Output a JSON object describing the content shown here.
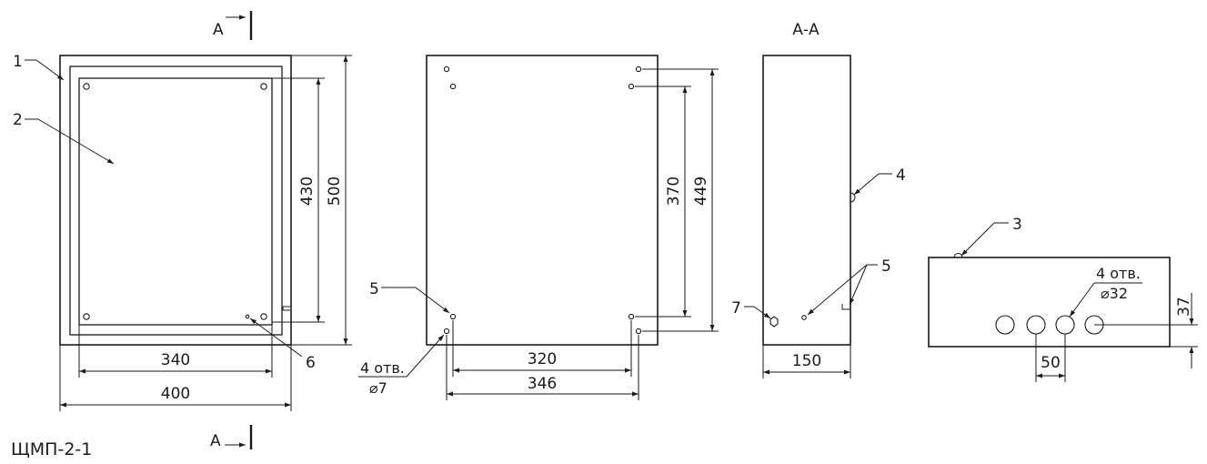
{
  "title": "ЩМП-2-1",
  "section": {
    "letter_top": "А",
    "letter_bottom": "А",
    "view_label": "А-А"
  },
  "front_view": {
    "callouts": [
      "1",
      "2",
      "6"
    ],
    "dimensions": {
      "inner_width": "340",
      "outer_width": "400",
      "inner_height": "430",
      "outer_height": "500"
    }
  },
  "back_view": {
    "callouts": [
      "5"
    ],
    "hole_note": {
      "count": "4 отв.",
      "diameter": "⌀7"
    },
    "dimensions": {
      "inner_width": "320",
      "outer_width": "346",
      "inner_height": "370",
      "outer_height": "449"
    }
  },
  "side_view": {
    "callouts": [
      "4",
      "5",
      "7"
    ],
    "dimensions": {
      "depth": "150"
    }
  },
  "bottom_view": {
    "callouts": [
      "3"
    ],
    "hole_note": {
      "count": "4 отв.",
      "diameter": "⌀32"
    },
    "dimensions": {
      "pitch": "50",
      "height": "37"
    }
  }
}
